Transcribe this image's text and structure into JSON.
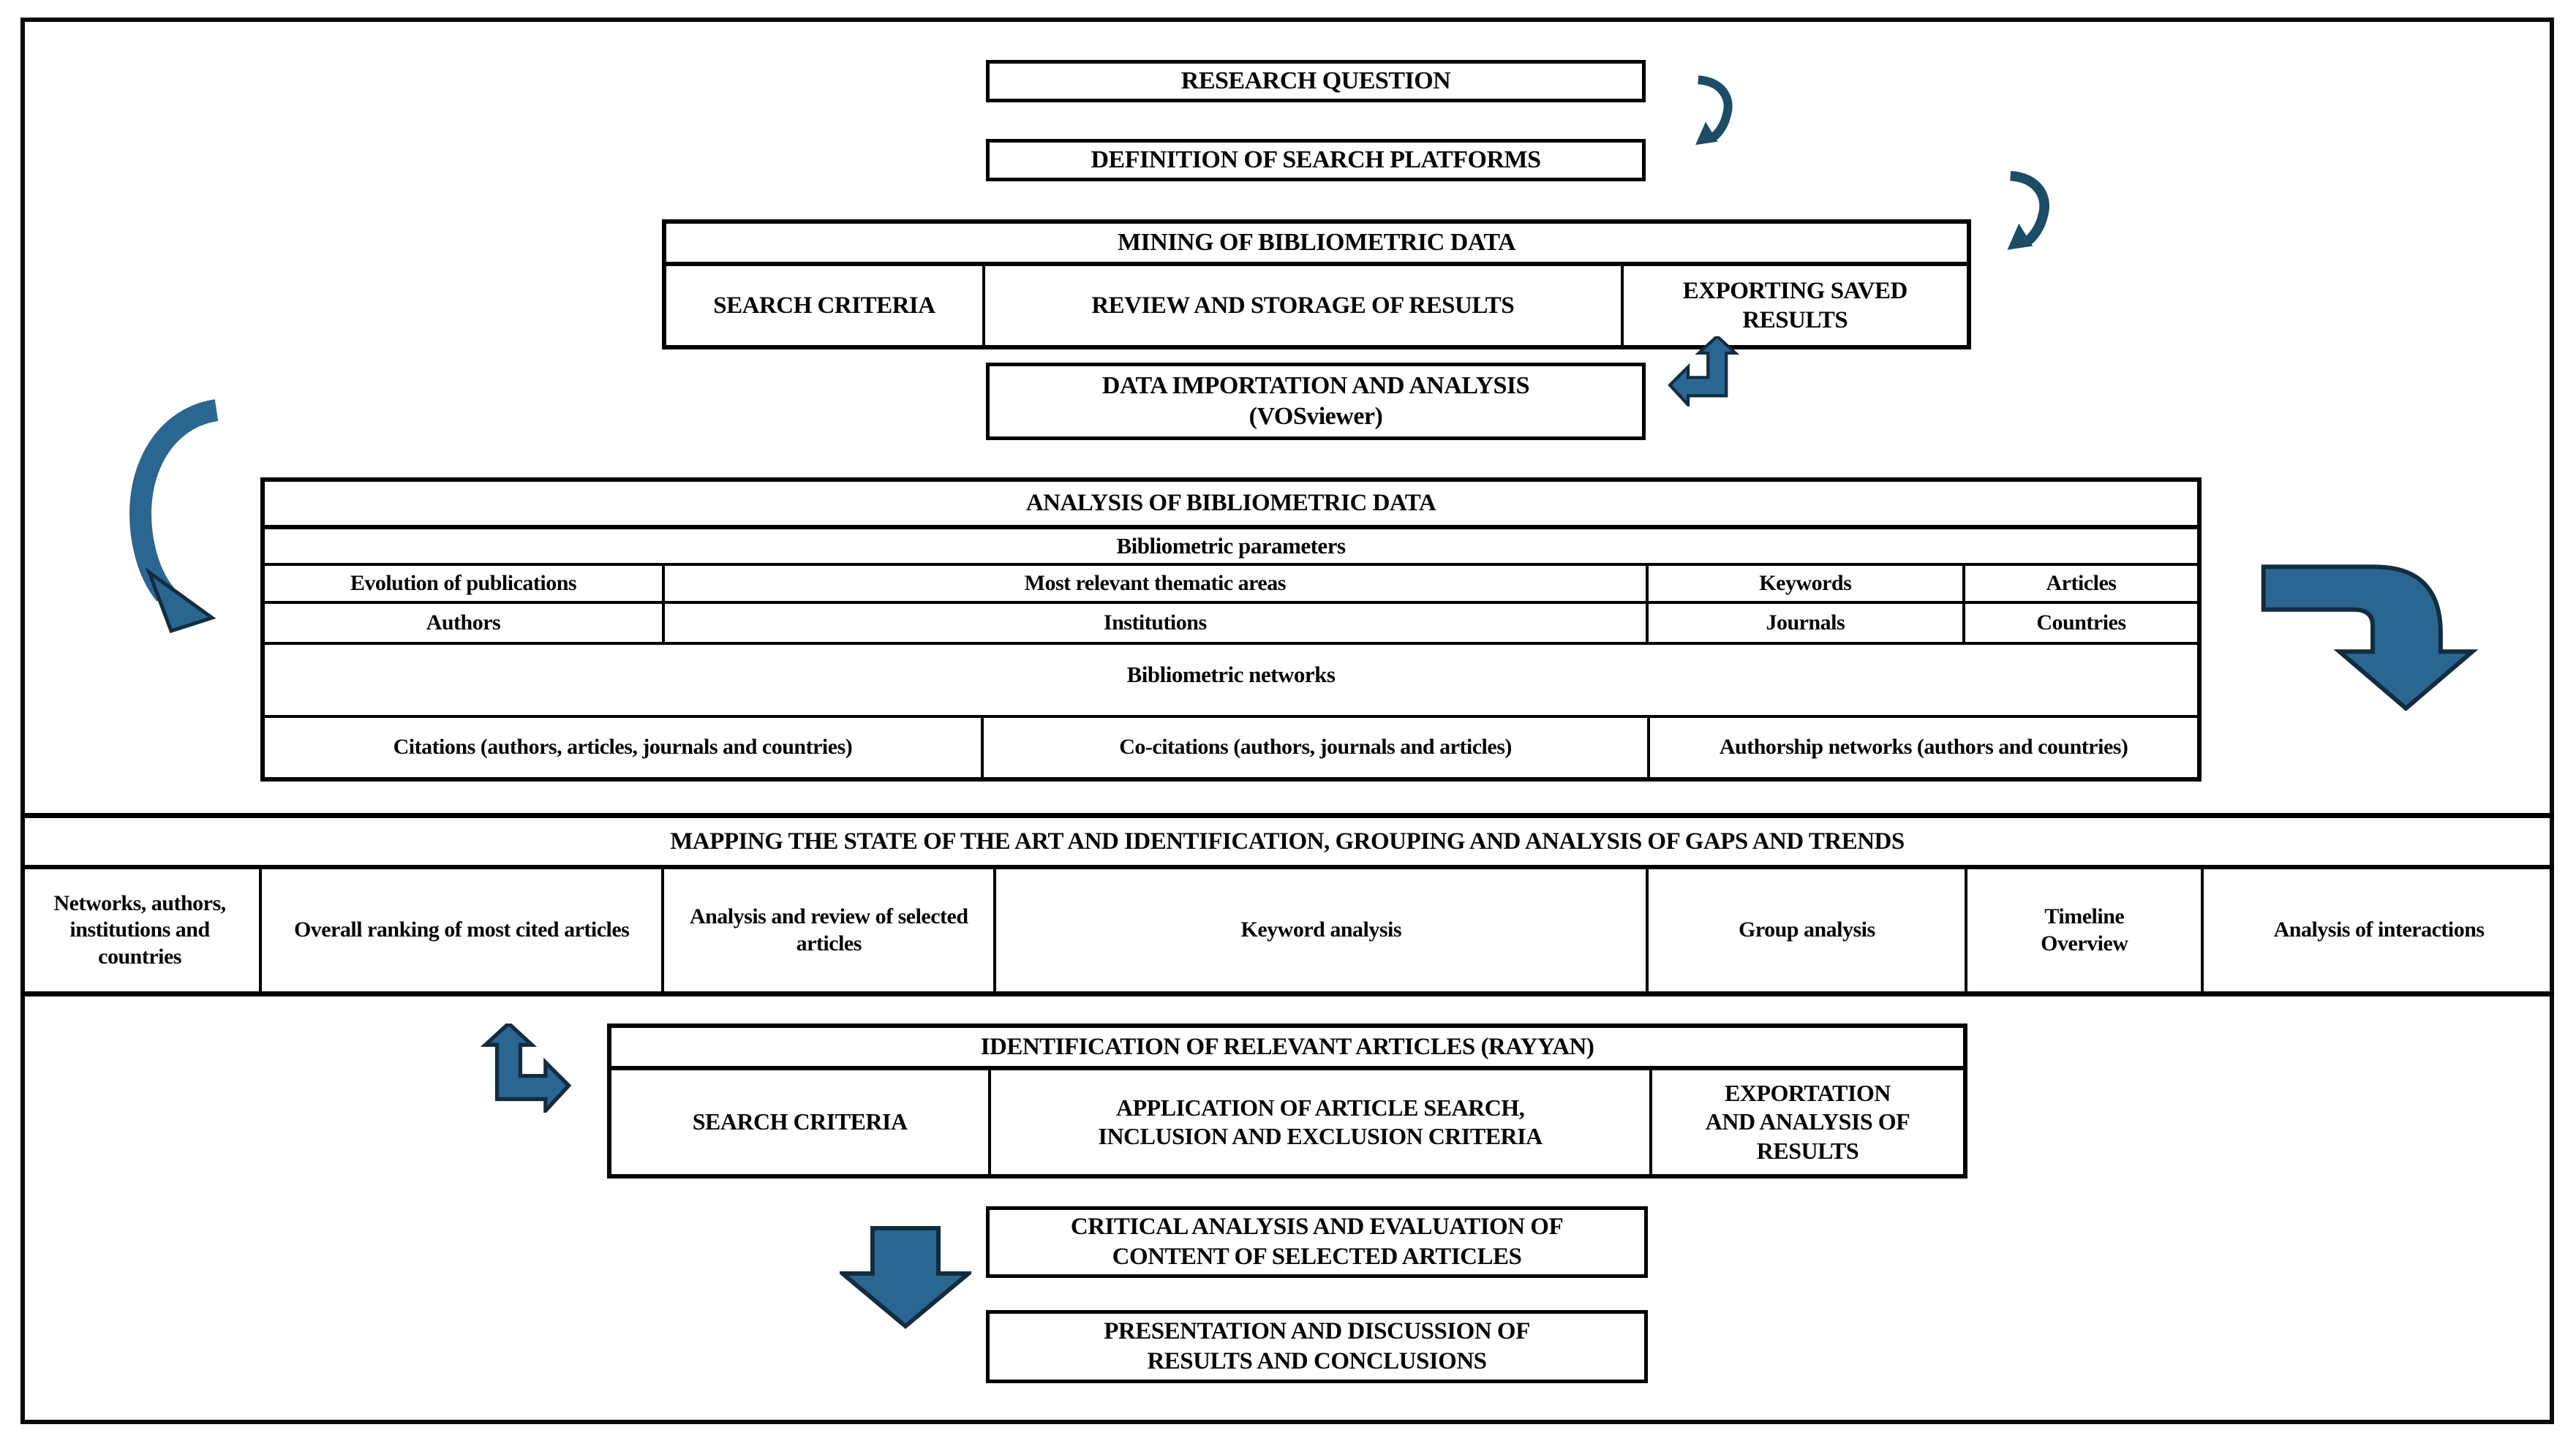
{
  "diagram": {
    "top": {
      "research_question": "RESEARCH QUESTION",
      "definition_platforms": "DEFINITION OF SEARCH PLATFORMS"
    },
    "mining": {
      "title": "MINING OF BIBLIOMETRIC DATA",
      "cells": [
        "SEARCH CRITERIA",
        "REVIEW AND STORAGE OF RESULTS",
        "EXPORTING SAVED RESULTS"
      ]
    },
    "importation": {
      "title": "DATA IMPORTATION AND ANALYSIS",
      "tool": "(VOSviewer)"
    },
    "analysis": {
      "title": "ANALYSIS OF BIBLIOMETRIC DATA",
      "parameters_header": "Bibliometric parameters",
      "parameters_row1": [
        "Evolution of publications",
        "Most relevant thematic areas",
        "Keywords",
        "Articles"
      ],
      "parameters_row2": [
        "Authors",
        "Institutions",
        "Journals",
        "Countries"
      ],
      "networks_header": "Bibliometric networks",
      "networks_row": [
        "Citations (authors, articles, journals and countries)",
        "Co-citations (authors, journals and articles)",
        "Authorship networks (authors and countries)"
      ]
    },
    "mapping": {
      "title": "MAPPING THE STATE OF THE ART AND IDENTIFICATION, GROUPING AND ANALYSIS OF GAPS AND TRENDS",
      "cells": [
        "Networks, authors, institutions and countries",
        "Overall ranking of most cited articles",
        "Analysis and review of selected articles",
        "Keyword analysis",
        "Group analysis",
        "Timeline Overview",
        "Analysis of interactions"
      ]
    },
    "rayyan": {
      "title": "IDENTIFICATION OF RELEVANT ARTICLES (RAYYAN)",
      "cells": [
        "SEARCH CRITERIA",
        "APPLICATION OF ARTICLE SEARCH, INCLUSION AND EXCLUSION CRITERIA",
        "EXPORTATION AND ANALYSIS OF RESULTS"
      ]
    },
    "critical_analysis": "CRITICAL ANALYSIS AND EVALUATION OF CONTENT OF SELECTED ARTICLES",
    "presentation": "PRESENTATION AND DISCUSSION OF RESULTS AND CONCLUSIONS"
  },
  "colors": {
    "arrow_fill": "#2A6690",
    "arrow_stroke": "#122C40",
    "curve_arrow": "#1C4C66"
  }
}
